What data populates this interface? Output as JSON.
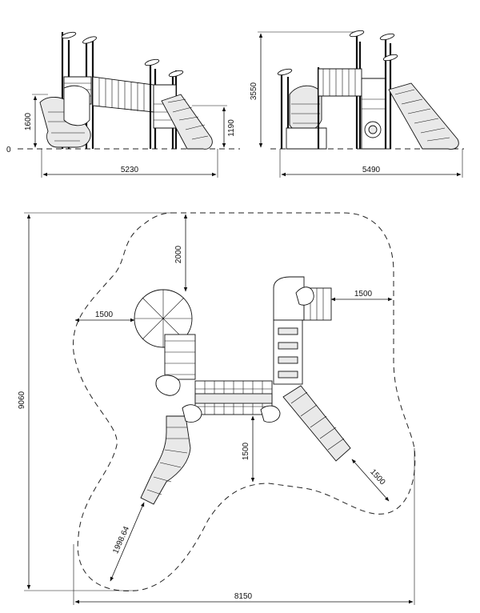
{
  "front_view": {
    "dim_height_left": "1600",
    "dim_ground": "0",
    "dim_platform": "1190",
    "dim_width": "5230"
  },
  "side_view": {
    "dim_total_height": "3550",
    "dim_width": "5490"
  },
  "plan_view": {
    "dim_overall_height": "9060",
    "dim_overall_width": "8150",
    "dim_top_clearance": "2000",
    "dim_left_clearance": "1500",
    "dim_right_clearance": "1500",
    "dim_bottom_clearance": "1500",
    "dim_right_slide_clearance": "1500",
    "dim_left_slide_clearance": "1998.64"
  }
}
